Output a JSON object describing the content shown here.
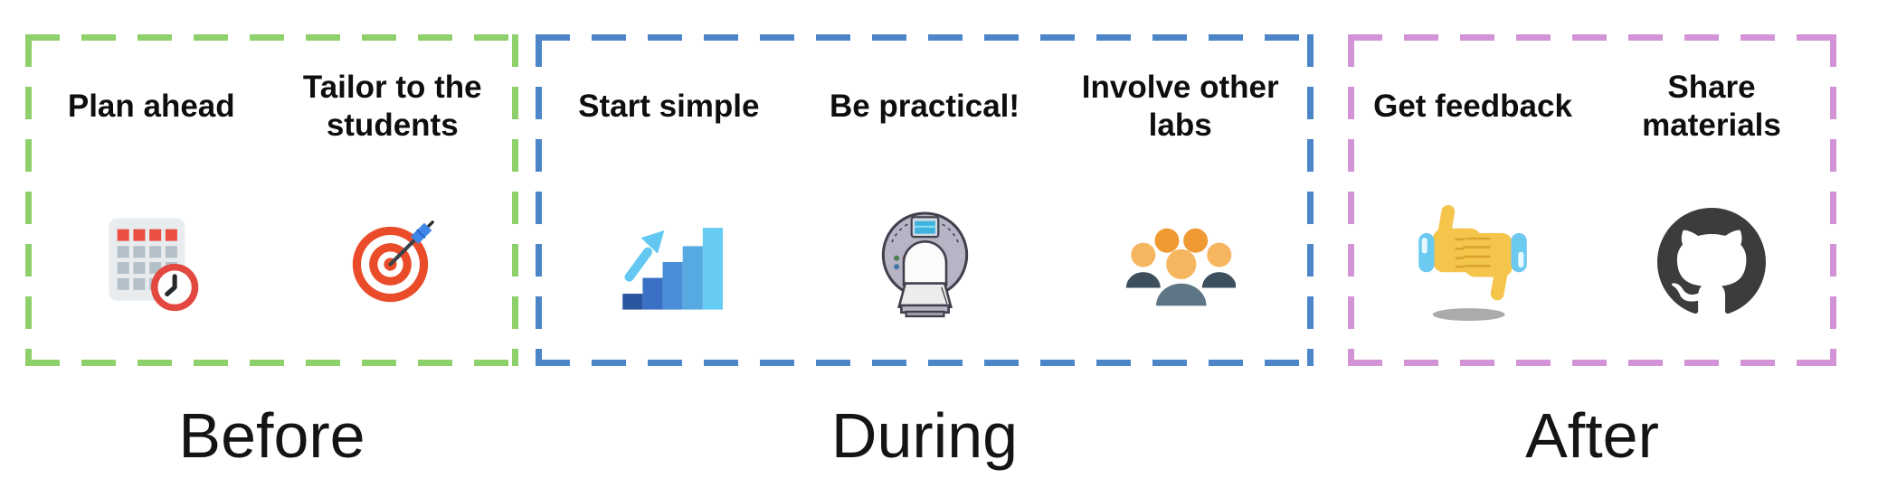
{
  "diagram": {
    "background": "#ffffff",
    "title_text_color": "#0e0e0e",
    "label_text_color": "#141414"
  },
  "phases": [
    {
      "label": "Before",
      "border_color": "#8ed06c",
      "items": [
        {
          "title": "Plan ahead",
          "icon": "calendar-clock-icon"
        },
        {
          "title": "Tailor to the\nstudents",
          "icon": "target-dart-icon"
        }
      ]
    },
    {
      "label": "During",
      "border_color": "#4c86c9",
      "items": [
        {
          "title": "Start simple",
          "icon": "growth-chart-icon"
        },
        {
          "title": "Be practical!",
          "icon": "mri-scanner-icon"
        },
        {
          "title": "Involve other\nlabs",
          "icon": "people-group-icon"
        }
      ]
    },
    {
      "label": "After",
      "border_color": "#d293d7",
      "items": [
        {
          "title": "Get feedback",
          "icon": "thumbs-up-down-icon"
        },
        {
          "title": "Share\nmaterials",
          "icon": "github-icon"
        }
      ]
    }
  ]
}
